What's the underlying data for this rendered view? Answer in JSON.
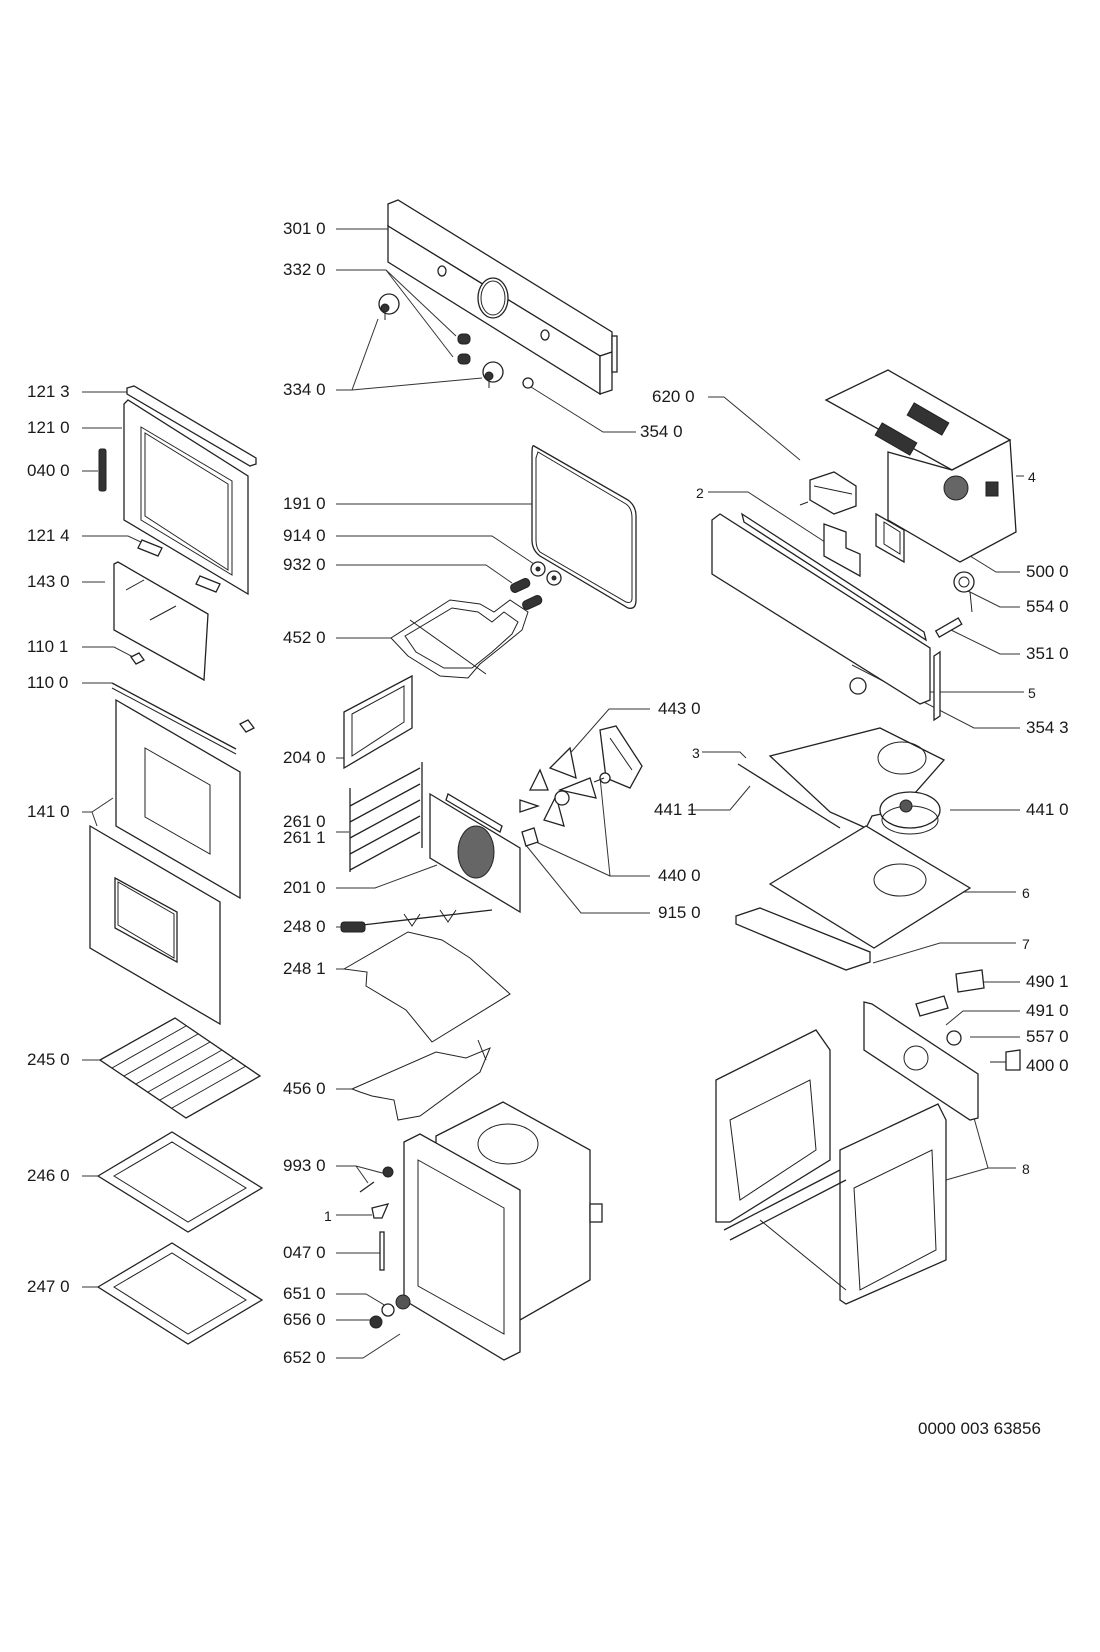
{
  "diagram": {
    "title": "Oven exploded parts diagram",
    "document_number": "0000 003 63856",
    "left_labels": [
      {
        "id": "121-3",
        "text": "121 3"
      },
      {
        "id": "121-0",
        "text": "121 0"
      },
      {
        "id": "040-0",
        "text": "040 0"
      },
      {
        "id": "121-4",
        "text": "121 4"
      },
      {
        "id": "143-0",
        "text": "143 0"
      },
      {
        "id": "110-1",
        "text": "110 1"
      },
      {
        "id": "110-0",
        "text": "110 0"
      },
      {
        "id": "141-0",
        "text": "141 0"
      },
      {
        "id": "245-0",
        "text": "245 0"
      },
      {
        "id": "246-0",
        "text": "246 0"
      },
      {
        "id": "247-0",
        "text": "247 0"
      }
    ],
    "center_left_labels": [
      {
        "id": "301-0",
        "text": "301 0"
      },
      {
        "id": "332-0",
        "text": "332 0"
      },
      {
        "id": "334-0",
        "text": "334 0"
      },
      {
        "id": "191-0",
        "text": "191 0"
      },
      {
        "id": "914-0",
        "text": "914 0"
      },
      {
        "id": "932-0",
        "text": "932 0"
      },
      {
        "id": "452-0",
        "text": "452 0"
      },
      {
        "id": "204-0",
        "text": "204 0"
      },
      {
        "id": "261-0",
        "text": "261 0"
      },
      {
        "id": "261-1",
        "text": "261 1"
      },
      {
        "id": "201-0",
        "text": "201 0"
      },
      {
        "id": "248-0",
        "text": "248 0"
      },
      {
        "id": "248-1",
        "text": "248 1"
      },
      {
        "id": "456-0",
        "text": "456 0"
      },
      {
        "id": "993-0",
        "text": "993 0"
      },
      {
        "id": "1",
        "text": "1"
      },
      {
        "id": "047-0",
        "text": "047 0"
      },
      {
        "id": "651-0",
        "text": "651 0"
      },
      {
        "id": "656-0",
        "text": "656 0"
      },
      {
        "id": "652-0",
        "text": "652 0"
      }
    ],
    "center_right_labels": [
      {
        "id": "354-0",
        "text": "354 0"
      },
      {
        "id": "620-0",
        "text": "620 0"
      },
      {
        "id": "443-0",
        "text": "443 0"
      },
      {
        "id": "441-1",
        "text": "441 1"
      },
      {
        "id": "440-0",
        "text": "440 0"
      },
      {
        "id": "915-0",
        "text": "915 0"
      },
      {
        "id": "2",
        "text": "2"
      },
      {
        "id": "3",
        "text": "3"
      }
    ],
    "right_labels": [
      {
        "id": "4",
        "text": "4"
      },
      {
        "id": "500-0",
        "text": "500 0"
      },
      {
        "id": "554-0",
        "text": "554 0"
      },
      {
        "id": "351-0",
        "text": "351 0"
      },
      {
        "id": "5",
        "text": "5"
      },
      {
        "id": "354-3",
        "text": "354 3"
      },
      {
        "id": "441-0",
        "text": "441 0"
      },
      {
        "id": "6",
        "text": "6"
      },
      {
        "id": "7",
        "text": "7"
      },
      {
        "id": "490-1",
        "text": "490 1"
      },
      {
        "id": "491-0",
        "text": "491 0"
      },
      {
        "id": "557-0",
        "text": "557 0"
      },
      {
        "id": "400-0",
        "text": "400 0"
      },
      {
        "id": "8",
        "text": "8"
      }
    ]
  }
}
